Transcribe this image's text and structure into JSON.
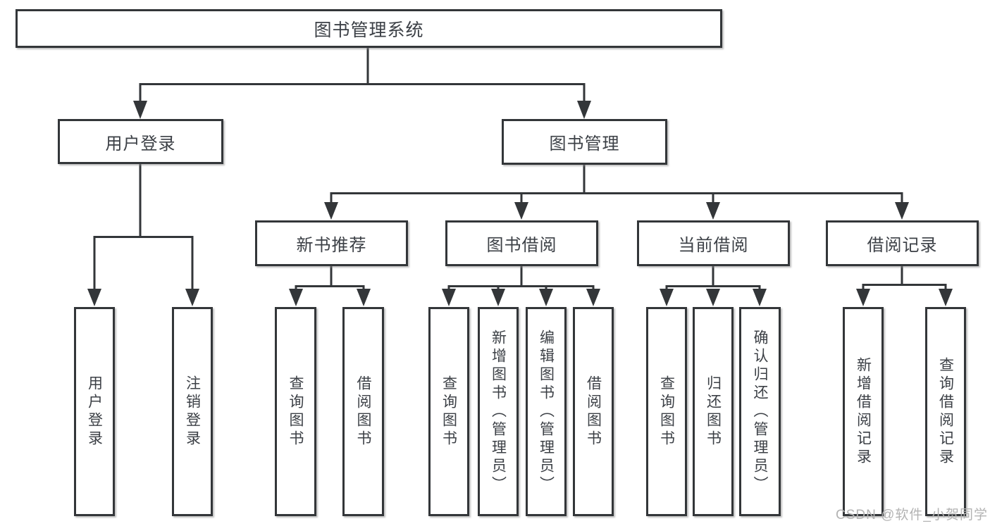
{
  "nodes": {
    "root": "图书管理系统",
    "user_login": "用户登录",
    "book_mgmt": "图书管理",
    "new_book_rec": "新书推荐",
    "book_borrow": "图书借阅",
    "current_borrow": "当前借阅",
    "borrow_records": "借阅记录",
    "leaf_user_login": "用户登录",
    "leaf_logout": "注销登录",
    "leaf_rec_query": "查询图书",
    "leaf_rec_borrow": "借阅图书",
    "leaf_bb_query": "查询图书",
    "leaf_bb_add": "新增图书（管理员）",
    "leaf_bb_edit": "编辑图书（管理员）",
    "leaf_bb_borrow": "借阅图书",
    "leaf_cb_query": "查询图书",
    "leaf_cb_return": "归还图书",
    "leaf_cb_confirm": "确认归还（管理员）",
    "leaf_br_add": "新增借阅记录",
    "leaf_br_query": "查询借阅记录"
  },
  "colors": {
    "line": "#333639",
    "text": "#3c4046",
    "watermark": "#b3b3b3"
  },
  "watermark": "CSDN @软件_小贺同学"
}
